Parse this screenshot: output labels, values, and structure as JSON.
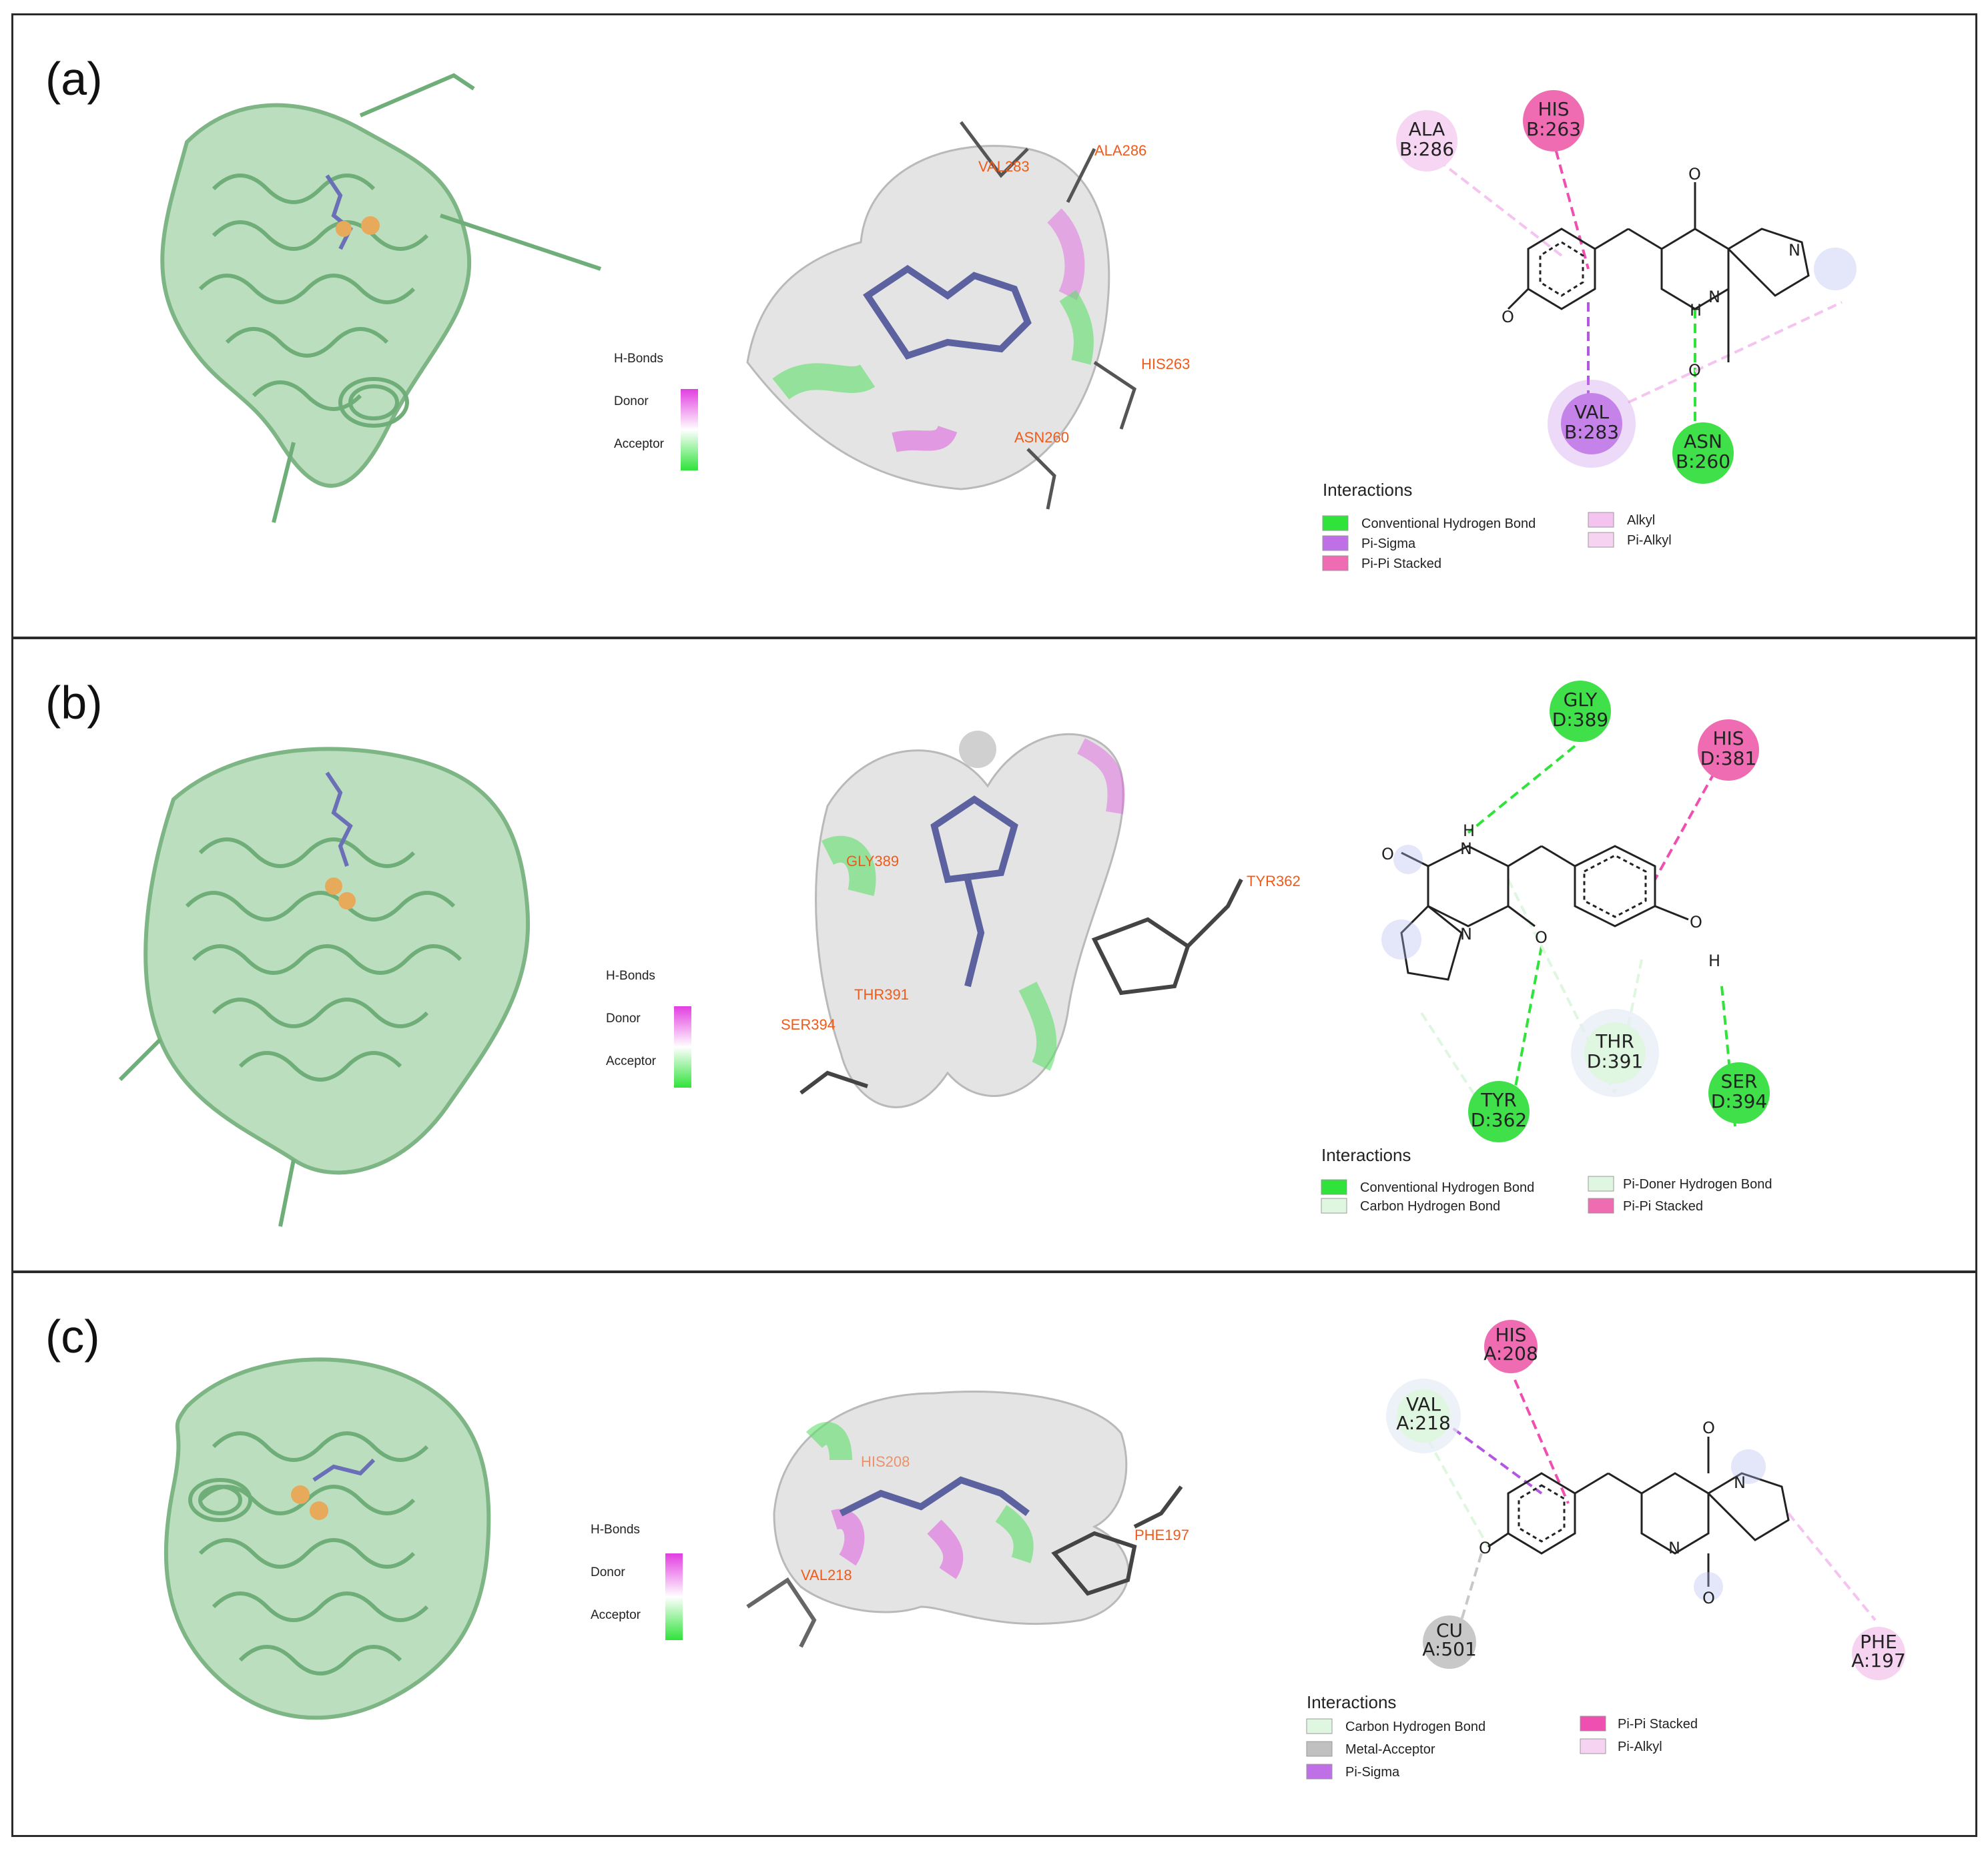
{
  "panels": [
    {
      "label": "(a)",
      "hbonds": {
        "title": "H-Bonds",
        "donor": "Donor",
        "acceptor": "Acceptor"
      },
      "site_labels": [
        "VAL283",
        "ALA286",
        "HIS263",
        "ASN260"
      ],
      "residues": [
        {
          "name": "ALA",
          "id": "B:286",
          "color": "#f7d6f3"
        },
        {
          "name": "HIS",
          "id": "B:263",
          "color": "#ef6cb2"
        },
        {
          "name": "VAL",
          "id": "B:283",
          "color": "#c583ea"
        },
        {
          "name": "ASN",
          "id": "B:260",
          "color": "#3fe04a"
        }
      ],
      "legend": {
        "title": "Interactions",
        "items": [
          {
            "label": "Conventional Hydrogen Bond",
            "color": "#2fe33a"
          },
          {
            "label": "Pi-Sigma",
            "color": "#c070e6"
          },
          {
            "label": "Pi-Pi Stacked",
            "color": "#ef6cb2"
          },
          {
            "label": "Alkyl",
            "color": "#f5c3ef"
          },
          {
            "label": "Pi-Alkyl",
            "color": "#f7d3f2"
          }
        ]
      }
    },
    {
      "label": "(b)",
      "hbonds": {
        "title": "H-Bonds",
        "donor": "Donor",
        "acceptor": "Acceptor"
      },
      "site_labels": [
        "GLY389",
        "TYR362",
        "SER394",
        "THR391"
      ],
      "residues": [
        {
          "name": "GLY",
          "id": "D:389",
          "color": "#3fe04a"
        },
        {
          "name": "HIS",
          "id": "D:381",
          "color": "#ef6cb2"
        },
        {
          "name": "THR",
          "id": "D:391",
          "color": "#dff6e0"
        },
        {
          "name": "TYR",
          "id": "D:362",
          "color": "#3fe04a"
        },
        {
          "name": "SER",
          "id": "D:394",
          "color": "#3fe04a"
        }
      ],
      "legend": {
        "title": "Interactions",
        "items": [
          {
            "label": "Conventional Hydrogen Bond",
            "color": "#2fe33a"
          },
          {
            "label": "Carbon Hydrogen Bond",
            "color": "#dff6e0"
          },
          {
            "label": "Pi-Doner Hydrogen Bond",
            "color": "#dff6e0"
          },
          {
            "label": "Pi-Pi Stacked",
            "color": "#ef6cb2"
          }
        ]
      }
    },
    {
      "label": "(c)",
      "hbonds": {
        "title": "H-Bonds",
        "donor": "Donor",
        "acceptor": "Acceptor"
      },
      "site_labels": [
        "HIS208",
        "VAL218",
        "PHE197"
      ],
      "residues": [
        {
          "name": "HIS",
          "id": "A:208",
          "color": "#ef6cb2"
        },
        {
          "name": "VAL",
          "id": "A:218",
          "color": "#dff6e0"
        },
        {
          "name": "CU",
          "id": "A:501",
          "color": "#c8c8c8"
        },
        {
          "name": "PHE",
          "id": "A:197",
          "color": "#f7d3f2"
        }
      ],
      "legend": {
        "title": "Interactions",
        "items": [
          {
            "label": "Carbon Hydrogen Bond",
            "color": "#dff6e0"
          },
          {
            "label": "Metal-Acceptor",
            "color": "#c0c0c0"
          },
          {
            "label": "Pi-Sigma",
            "color": "#c070e6"
          },
          {
            "label": "Pi-Pi Stacked",
            "color": "#ef4fb0"
          },
          {
            "label": "Pi-Alkyl",
            "color": "#f7d3f2"
          }
        ]
      }
    }
  ],
  "atoms": {
    "O": "O",
    "N": "N",
    "H": "H"
  }
}
